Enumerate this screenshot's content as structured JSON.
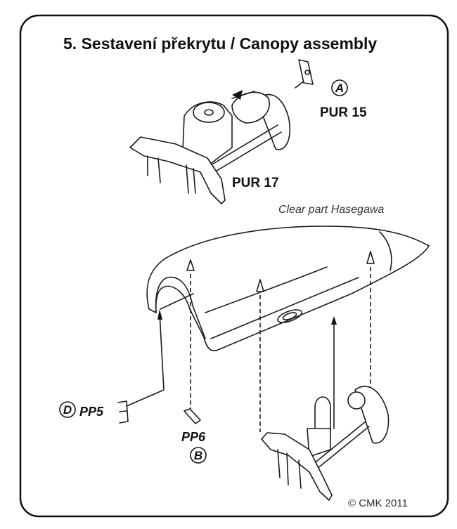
{
  "title": "5. Sestavení překrytu / Canopy assembly",
  "parts": {
    "pur15": "PUR 15",
    "pur17": "PUR 17",
    "clear_part": "Clear part Hasegawa",
    "pp5": "PP5",
    "pp6": "PP6"
  },
  "markers": {
    "a": "A",
    "b": "B",
    "d": "D"
  },
  "copyright": "© CMK 2011"
}
